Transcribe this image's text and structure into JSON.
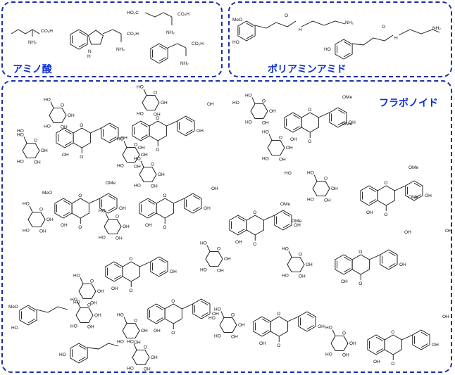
{
  "panels": {
    "amino_acids": {
      "title": "アミノ酸"
    },
    "polyamines": {
      "title": "ポリアミンアミド"
    },
    "flavonoids": {
      "title": "フラボノイド"
    }
  },
  "structure_labels": {
    "co2h": "CO₂H",
    "nh2": "NH₂",
    "ho2c": "HO₂C",
    "meo": "MeO",
    "ome": "OMe",
    "ho": "HO",
    "oh": "OH",
    "h": "H",
    "n": "N",
    "o": "O"
  }
}
